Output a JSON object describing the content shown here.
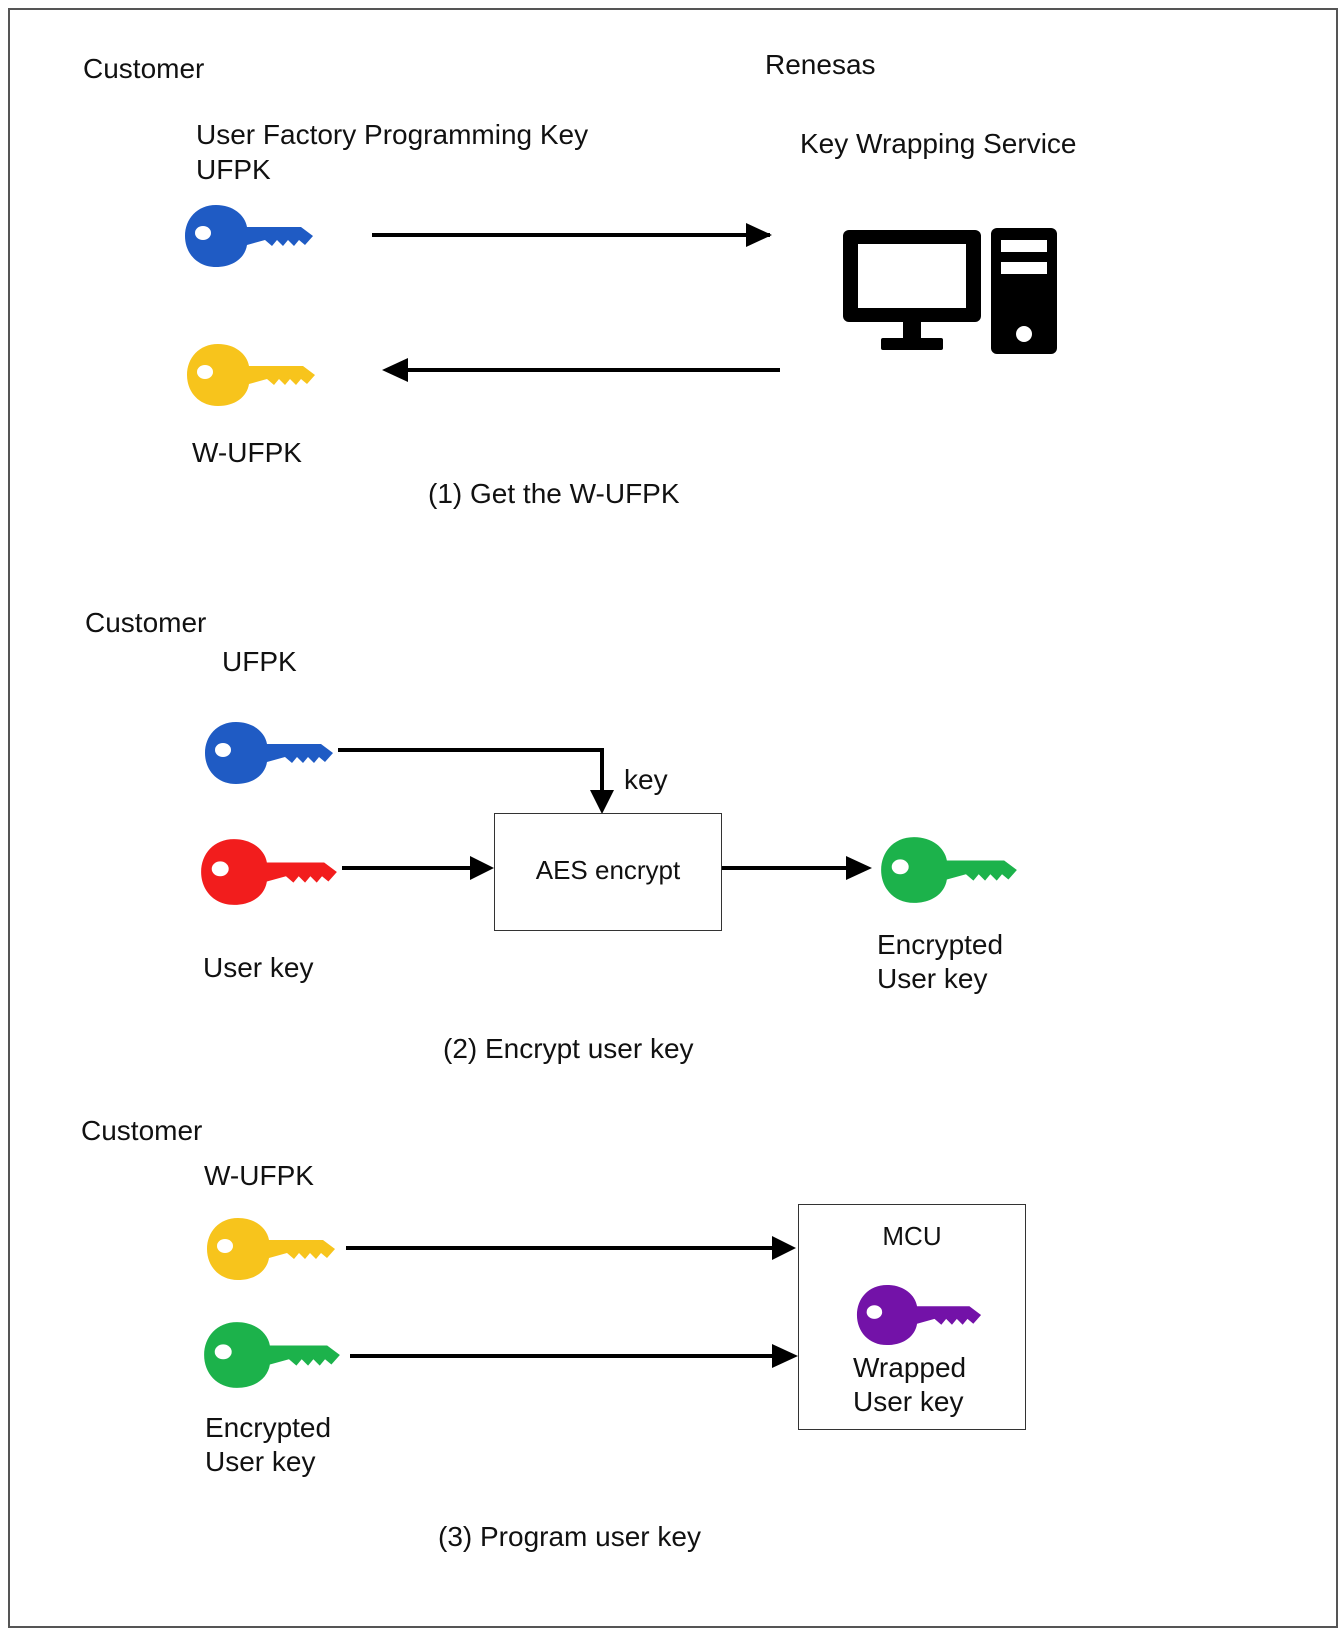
{
  "colors": {
    "ufpk": "#1f5bc4",
    "w_ufpk": "#f7c41c",
    "user_key": "#f21d1d",
    "encrypted_user_key": "#1cb24b",
    "wrapped_user_key": "#7312a8",
    "arrow": "#000000"
  },
  "step1": {
    "customer_label": "Customer",
    "renesas_label": "Renesas",
    "ufpk_label_line1": "User Factory Programming Key",
    "ufpk_label_line2": "UFPK",
    "service_label": "Key Wrapping Service",
    "service_icon": "desktop-computer-icon",
    "w_ufpk_label": "W-UFPK",
    "caption": "(1) Get the W-UFPK"
  },
  "step2": {
    "customer_label": "Customer",
    "ufpk_label": "UFPK",
    "key_arrow_label": "key",
    "aes_box_label": "AES encrypt",
    "user_key_label": "User key",
    "encrypted_label_line1": "Encrypted",
    "encrypted_label_line2": "User key",
    "caption": "(2) Encrypt user key"
  },
  "step3": {
    "customer_label": "Customer",
    "w_ufpk_label": "W-UFPK",
    "encrypted_label_line1": "Encrypted",
    "encrypted_label_line2": "User key",
    "mcu_label": "MCU",
    "wrapped_label_line1": "Wrapped",
    "wrapped_label_line2": "User key",
    "caption": "(3) Program user key"
  }
}
